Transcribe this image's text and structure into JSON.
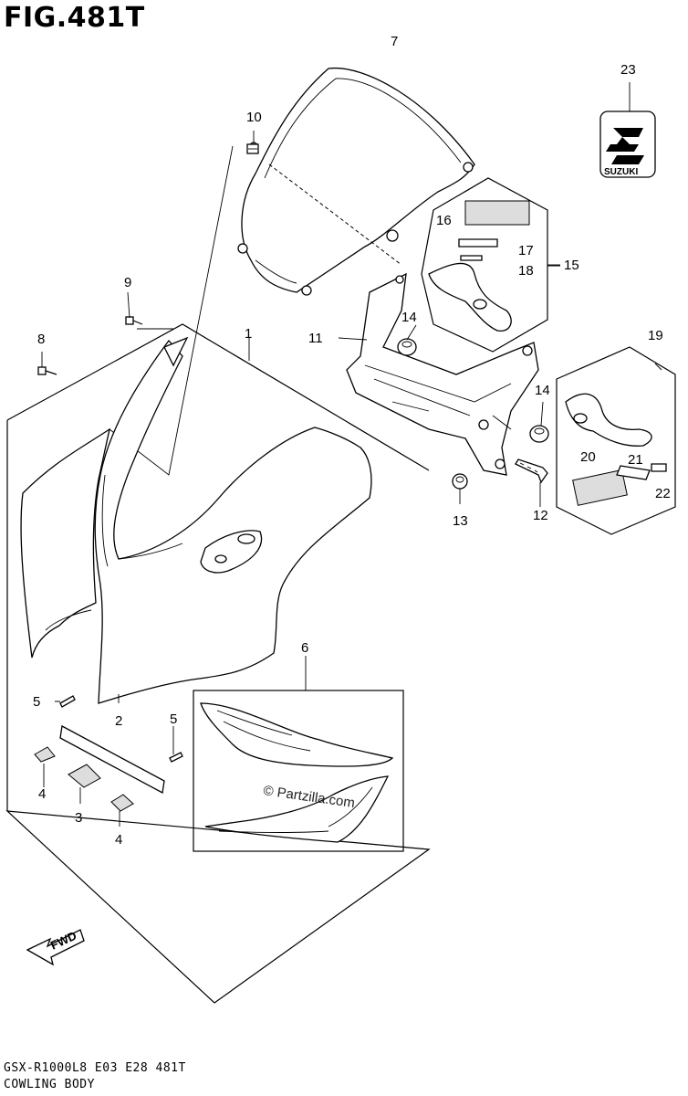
{
  "figure": {
    "title": "FIG.481T",
    "footer_model": "GSX-R1000L8  E03  E28  481T",
    "footer_section": "COWLING BODY",
    "watermark": "© Partzilla.com",
    "brand_label": "SUZUKI",
    "fwd_label": "FWD"
  },
  "callouts": [
    {
      "id": "c1",
      "label": "1"
    },
    {
      "id": "c2",
      "label": "2"
    },
    {
      "id": "c3",
      "label": "3"
    },
    {
      "id": "c4a",
      "label": "4"
    },
    {
      "id": "c4b",
      "label": "4"
    },
    {
      "id": "c5a",
      "label": "5"
    },
    {
      "id": "c5b",
      "label": "5"
    },
    {
      "id": "c6",
      "label": "6"
    },
    {
      "id": "c7",
      "label": "7"
    },
    {
      "id": "c8",
      "label": "8"
    },
    {
      "id": "c9",
      "label": "9"
    },
    {
      "id": "c10",
      "label": "10"
    },
    {
      "id": "c11",
      "label": "11"
    },
    {
      "id": "c12",
      "label": "12"
    },
    {
      "id": "c13",
      "label": "13"
    },
    {
      "id": "c14a",
      "label": "14"
    },
    {
      "id": "c14b",
      "label": "14"
    },
    {
      "id": "c15",
      "label": "15"
    },
    {
      "id": "c16",
      "label": "16"
    },
    {
      "id": "c17",
      "label": "17"
    },
    {
      "id": "c18",
      "label": "18"
    },
    {
      "id": "c19",
      "label": "19"
    },
    {
      "id": "c20",
      "label": "20"
    },
    {
      "id": "c21",
      "label": "21"
    },
    {
      "id": "c22",
      "label": "22"
    },
    {
      "id": "c23",
      "label": "23"
    }
  ]
}
